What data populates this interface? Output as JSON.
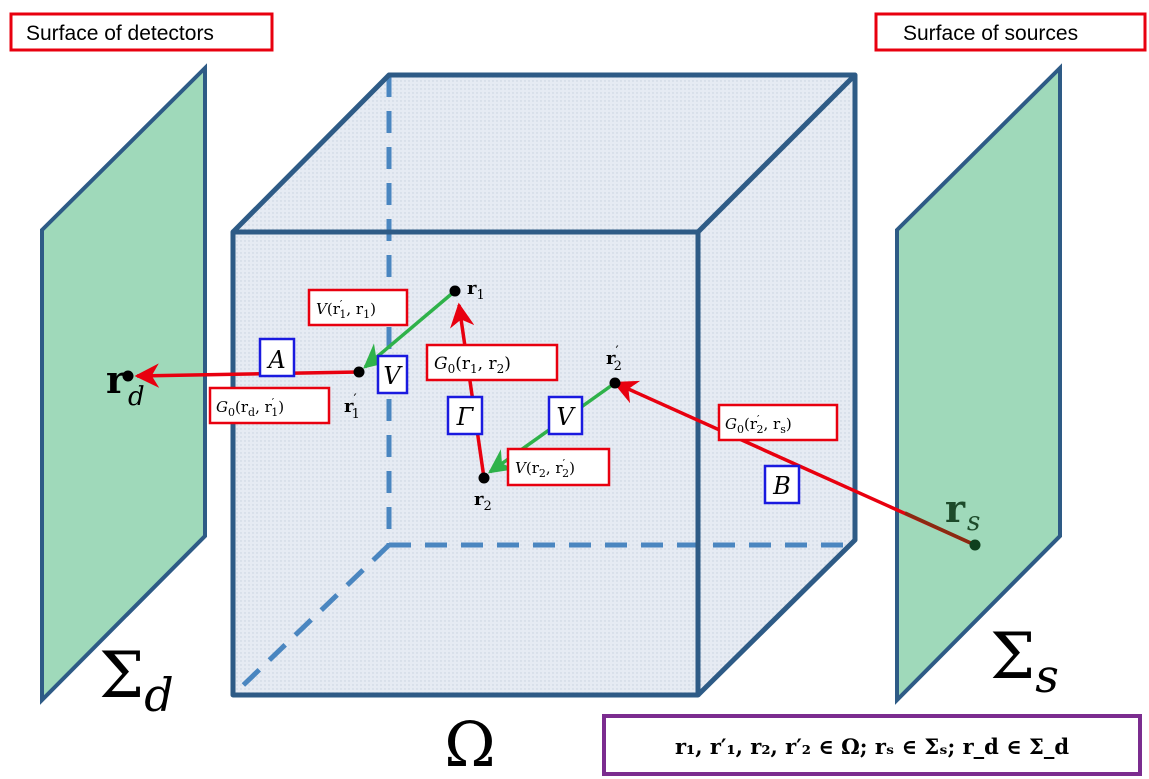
{
  "labels": {
    "detectors_surface": "Surface of detectors",
    "sources_surface": "Surface of sources"
  },
  "points": {
    "r1": {
      "base": "r",
      "sub": "1",
      "prime": ""
    },
    "r1p": {
      "base": "r",
      "sub": "1",
      "prime": "′"
    },
    "r2": {
      "base": "r",
      "sub": "2",
      "prime": ""
    },
    "r2p": {
      "base": "r",
      "sub": "2",
      "prime": "′"
    },
    "rd": {
      "base": "r",
      "sub": "d"
    },
    "rs": {
      "base": "r",
      "sub": "s"
    }
  },
  "operators": {
    "A": "A",
    "B": "B",
    "V_left": "V",
    "V_mid": "V",
    "Gamma": "Γ"
  },
  "red_labels": {
    "g0_rd_r1p": {
      "head": "G",
      "sub": "0",
      "args": "(r",
      "a1sub": "d",
      "sep": ", r",
      "a2prime": "′",
      "a2sub": "1",
      "tail": ")"
    },
    "g0_r1_r2": {
      "head": "G",
      "sub": "0",
      "args": "(r",
      "a1sub": "1",
      "sep": ", r",
      "a2prime": "",
      "a2sub": "2",
      "tail": ")"
    },
    "g0_r2p_rs": {
      "head": "G",
      "sub": "0",
      "args": "(r",
      "a1prime": "′",
      "a1sub": "2",
      "sep": ", r",
      "a2prime": "",
      "a2sub": "s",
      "tail": ")"
    },
    "v_r1p_r1": {
      "head": "V",
      "args": "(r",
      "a1prime": "′",
      "a1sub": "1",
      "sep": ", r",
      "a2prime": "",
      "a2sub": "1",
      "tail": ")"
    },
    "v_r2_r2p": {
      "head": "V",
      "args": "(r",
      "a1prime": "",
      "a1sub": "2",
      "sep": ", r",
      "a2prime": "′",
      "a2sub": "2",
      "tail": ")"
    }
  },
  "greek": {
    "sigma_d": {
      "sym": "Σ",
      "sub": "d"
    },
    "sigma_s": {
      "sym": "Σ",
      "sub": "s"
    },
    "omega": "Ω"
  },
  "membership": "r₁, r′₁, r₂, r′₂ ∈ Ω; rₛ ∈ Σₛ; r_d ∈ Σ_d",
  "colors": {
    "plane_fill": "#9fd9ba",
    "plane_stroke": "#2e5b86",
    "cube_face": "#e3e9f2",
    "cube_stroke": "#2e5b86",
    "hidden_edge": "#4a86c0",
    "red_arrow": "#e8000f",
    "green_arrow": "#2fb24a",
    "label_red": "#e8000f",
    "label_blue": "#1a1adf",
    "membership_border": "#7b2c8f"
  }
}
